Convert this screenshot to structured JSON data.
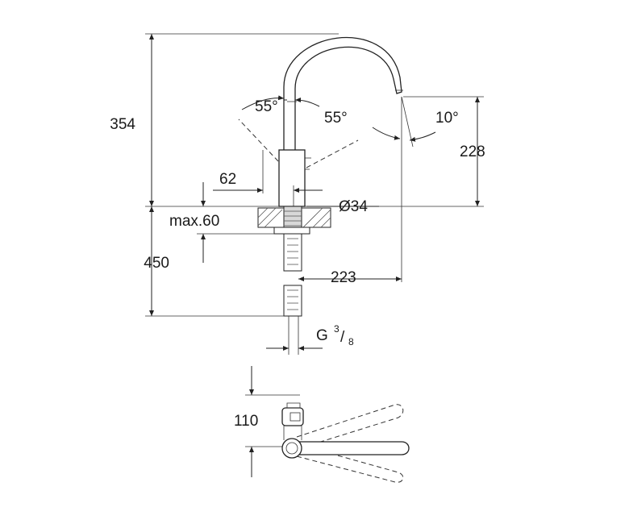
{
  "dimensions": {
    "height_total": "354",
    "spout_height": "228",
    "lever_angle_left": "55°",
    "lever_angle_right": "55°",
    "spout_tilt": "10°",
    "lever_offset": "62",
    "hole_diameter": "Ø34",
    "max_deck_thickness": "max.60",
    "hose_length": "450",
    "spout_reach": "223",
    "connection_prefix": "G",
    "connection_num": "3",
    "connection_den": "8",
    "top_view_depth": "110"
  },
  "colors": {
    "line": "#222222",
    "hatch": "#555555",
    "background": "#ffffff"
  }
}
